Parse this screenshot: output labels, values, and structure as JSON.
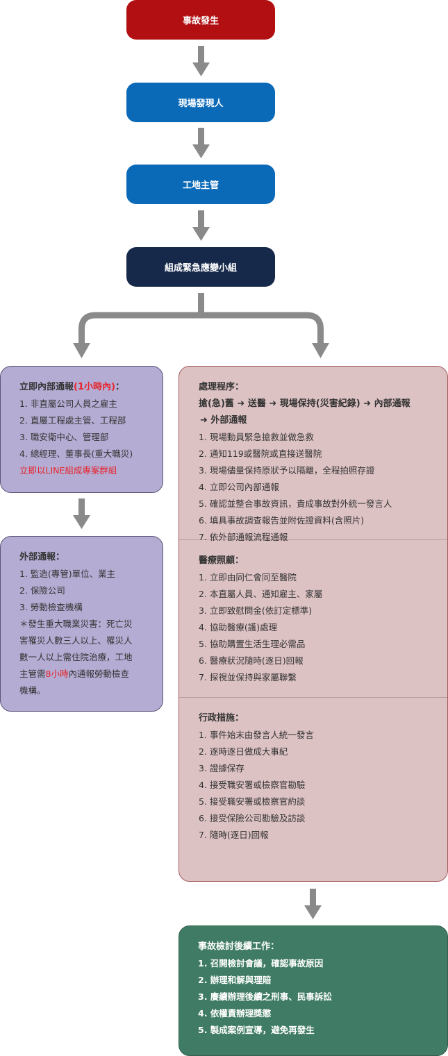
{
  "colors": {
    "accident": "#b10f12",
    "blue": "#0a6ab8",
    "navy": "#16294b",
    "arrow": "#8a8a8a",
    "purple": "#b4acd3",
    "pink": "#ddc2c4",
    "green": "#407c65",
    "highlight": "#e8232c"
  },
  "flow": {
    "accident": "事故發生",
    "discoverer": "現場發現人",
    "site_manager": "工地主管",
    "team": "組成緊急應變小組"
  },
  "internal": {
    "title_a": "立即內部通報",
    "title_b": "(1小時內)",
    "title_c": "：",
    "items": [
      "1. 非直屬公司人員之雇主",
      "2. 直屬工程處主管、工程部",
      "3. 職安衛中心、管理部",
      "4. 總經理、董事長(重大職災)"
    ],
    "line_note": "立即以LINE組成專案群組"
  },
  "external": {
    "title": "外部通報：",
    "items": [
      "1. 監造(專管)單位、業主",
      "2. 保險公司",
      "3. 勞動檢查機構"
    ],
    "note_lines": [
      "＊發生重大職業災害：死亡災",
      "害罹災人數三人以上、罹災人",
      "數一人以上需住院治療，工地"
    ],
    "note_d_pre": "主管需",
    "note_d_red": "8小時",
    "note_d_post": "內通報勞動檢查",
    "note_e": "機構。"
  },
  "process": {
    "title": "處理程序：",
    "steps_line1": "搶(急)舊 ➜ 送醫 ➜ 現場保持(災害紀錄) ➜ 內部通報",
    "steps_line2": "➜ 外部通報",
    "items": [
      "1. 現場動員緊急搶救並做急救",
      "2. 通知119或醫院或直接送醫院",
      "3. 現場儘量保持原狀予以隔離，全程拍照存證",
      "4. 立即公司內部通報",
      "5. 確認並整合事故資訊，責成事故對外統一發言人",
      "6. 填具事故調查報告並附佐證資料(含照片)",
      "7. 依外部通報流程通報"
    ]
  },
  "medical": {
    "title": "醫療照顧：",
    "items": [
      "1. 立即由同仁會同至醫院",
      "2. 本直屬人員、通知雇主、家屬",
      "3. 立即致慰問金(依訂定標準)",
      "4. 協助醫療(護)處理",
      "5. 協助購置生活生理必需品",
      "6. 醫療狀況隨時(逐日)回報",
      "7. 探視並保持與家屬聯繫"
    ]
  },
  "admin": {
    "title": "行政措施：",
    "items": [
      "1. 事件始末由發言人統一發言",
      "2. 逐時逐日做成大事紀",
      "3. 證據保存",
      "4. 接受職安署或檢察官勘驗",
      "5. 接受職安署或檢察官約談",
      "6. 接受保險公司勘驗及訪談",
      "7. 隨時(逐日)回報"
    ]
  },
  "followup": {
    "title": "事故檢討後續工作：",
    "items": [
      "1. 召開檢討會議，確認事故原因",
      "2. 辦理和解與理賠",
      "3. 賡續辦理後續之刑事、民事訴訟",
      "4. 依權責辦理獎懲",
      "5. 製成案例宣導，避免再發生"
    ]
  }
}
